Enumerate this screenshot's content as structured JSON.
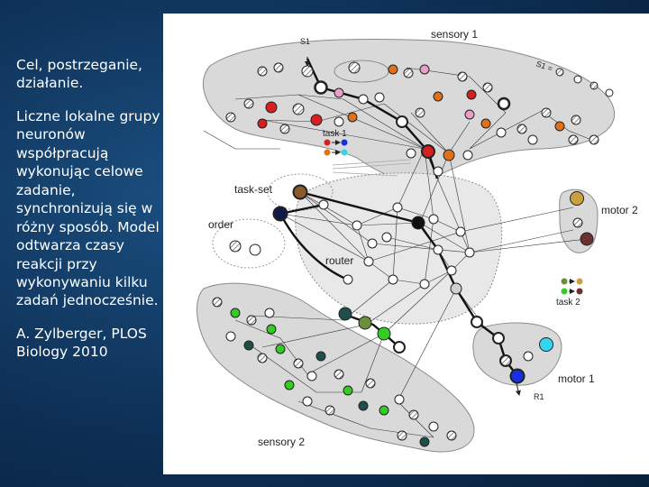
{
  "text_panel": {
    "paragraph_1": "Cel, postrzeganie, działanie.",
    "paragraph_2": "Liczne lokalne grupy neuronów współpracują wykonując celowe zadanie, synchronizują się w różny sposób. Model odtwarza czasy reakcji przy wykonywaniu kilku zadań jednocześnie.",
    "citation": "A. Zylberger, PLOS Biology 2010"
  },
  "diagram": {
    "labels": {
      "sensory_1": "sensory 1",
      "sensory_2": "sensory 2",
      "s1": "S1",
      "s1_sequence": "S1 =",
      "task_1": "task 1",
      "task_2": "task 2",
      "task_set": "task-set",
      "order": "order",
      "router": "router",
      "motor_1": "motor 1",
      "motor_2": "motor 2",
      "r1": "R1"
    },
    "colors": {
      "red": "#d42020",
      "orange": "#e0701a",
      "pink": "#e8a0c8",
      "green": "#33cc22",
      "olive": "#6b8f3a",
      "dark_teal": "#1f4f48",
      "brown": "#8b5a2b",
      "dark_navy": "#101a4a",
      "blue": "#1430e0",
      "cyan": "#33d6ee",
      "tan": "#c9a040",
      "maroon": "#6b3030",
      "black": "#111111",
      "region_fill": "#d9d9d9"
    }
  }
}
